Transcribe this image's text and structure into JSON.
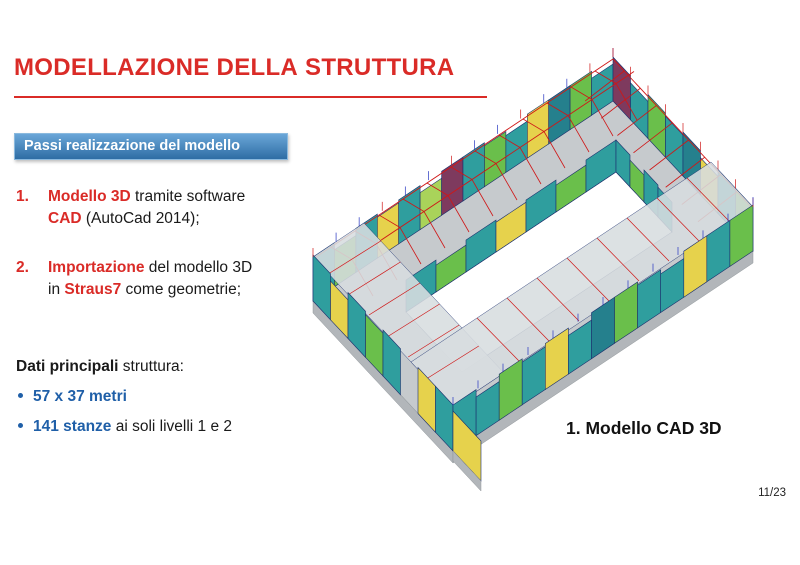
{
  "slide": {
    "title": {
      "part1": "MODELLAZIONE DELLA",
      "part2": "STRUTTURA"
    },
    "header_box": {
      "label": "Passi realizzazione del modello"
    },
    "step1": {
      "num": "1.",
      "line1_red": "Modello 3D",
      "line1_rest": " tramite software",
      "line2_red": "CAD",
      "line2_rest": " (AutoCad 2014);"
    },
    "step2": {
      "num": "2.",
      "line1_red": "Importazione",
      "line1_rest": " del modello 3D",
      "line2_pre": "in ",
      "line2_red": "Straus7",
      "line2_rest": " come geometrie;"
    },
    "dati": {
      "bold": "Dati principali",
      "rest": " struttura:"
    },
    "bullets": [
      {
        "bold": "57 x 37 metri",
        "rest": ""
      },
      {
        "bold": "141 stanze",
        "rest": " ai soli livelli 1 e 2"
      }
    ],
    "model_caption": "1. Modello CAD 3D",
    "page_number": "11/23",
    "colors": {
      "title_red": "#da2b27",
      "header_box_blue": "#2e6da4",
      "header_box_border": "#8ab9de",
      "text_blue": "#1f5fa8",
      "model": {
        "teal": "#2f9e9e",
        "teal_dark": "#25808d",
        "green": "#6abf4b",
        "green_light": "#a9d35a",
        "yellow": "#e6d24c",
        "purple": "#7e3a5e",
        "slab_gray": "#c6cacd",
        "outline_navy": "#1b2f6e",
        "wire_red": "#cf1717",
        "wire_blue": "#2433c0"
      }
    }
  }
}
